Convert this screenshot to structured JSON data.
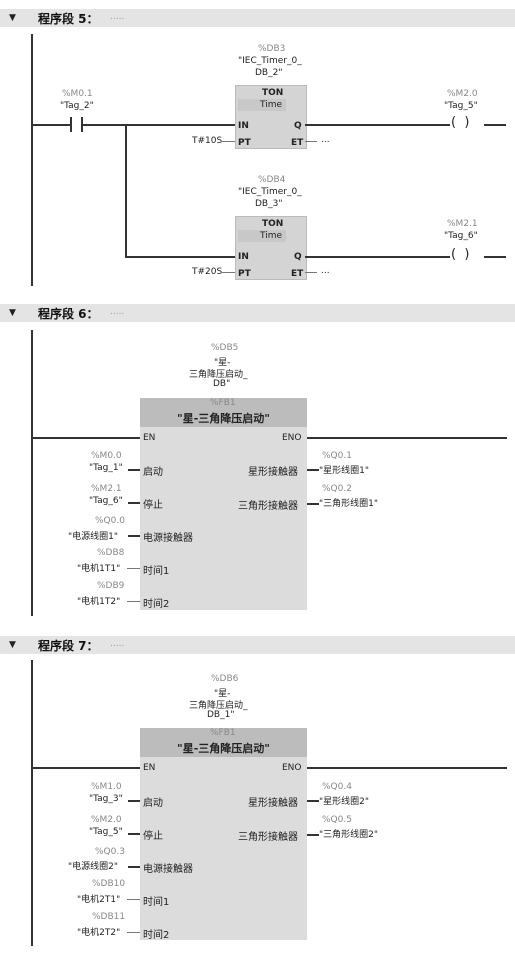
{
  "segments": [
    {
      "arrow": "▼",
      "title": "程序段 5：",
      "dots": "....."
    },
    {
      "arrow": "▼",
      "title": "程序段 6：",
      "dots": "....."
    },
    {
      "arrow": "▼",
      "title": "程序段 7：",
      "dots": "....."
    }
  ],
  "net5": {
    "contact": {
      "addr": "%M0.1",
      "tag": "\"Tag_2\""
    },
    "timer1": {
      "db": "%DB3",
      "name1": "\"IEC_Timer_0_",
      "name2": "DB_2\"",
      "type": "TON",
      "sub": "Time",
      "in": "IN",
      "pt": "PT",
      "q": "Q",
      "et": "ET",
      "pt_val": "T#10S",
      "et_val": "..."
    },
    "coil1": {
      "addr": "%M2.0",
      "tag": "\"Tag_5\""
    },
    "timer2": {
      "db": "%DB4",
      "name1": "\"IEC_Timer_0_",
      "name2": "DB_3\"",
      "type": "TON",
      "sub": "Time",
      "in": "IN",
      "pt": "PT",
      "q": "Q",
      "et": "ET",
      "pt_val": "T#20S",
      "et_val": "..."
    },
    "coil2": {
      "addr": "%M2.1",
      "tag": "\"Tag_6\""
    }
  },
  "net6": {
    "db": "%DB5",
    "name1": "\"星-",
    "name2": "三角降压启动_",
    "name3": "DB\"",
    "fb": "%FB1",
    "fbname": "\"星-三角降压启动\"",
    "en": "EN",
    "eno": "ENO",
    "inputs": [
      {
        "addr": "%M0.0",
        "tag": "\"Tag_1\"",
        "pin": "启动"
      },
      {
        "addr": "%M2.1",
        "tag": "\"Tag_6\"",
        "pin": "停止"
      },
      {
        "addr": "%Q0.0",
        "tag": "\"电源线圈1\"",
        "pin": "电源接触器"
      },
      {
        "addr": "%DB8",
        "tag": "\"电机1T1\"",
        "pin": "时间1"
      },
      {
        "addr": "%DB9",
        "tag": "\"电机1T2\"",
        "pin": "时间2"
      }
    ],
    "outputs": [
      {
        "addr": "%Q0.1",
        "tag": "\"星形线圈1\"",
        "pin": "星形接触器"
      },
      {
        "addr": "%Q0.2",
        "tag": "\"三角形线圈1\"",
        "pin": "三角形接触器"
      }
    ]
  },
  "net7": {
    "db": "%DB6",
    "name1": "\"星-",
    "name2": "三角降压启动_",
    "name3": "DB_1\"",
    "fb": "%FB1",
    "fbname": "\"星-三角降压启动\"",
    "en": "EN",
    "eno": "ENO",
    "inputs": [
      {
        "addr": "%M1.0",
        "tag": "\"Tag_3\"",
        "pin": "启动"
      },
      {
        "addr": "%M2.0",
        "tag": "\"Tag_5\"",
        "pin": "停止"
      },
      {
        "addr": "%Q0.3",
        "tag": "\"电源线圈2\"",
        "pin": "电源接触器"
      },
      {
        "addr": "%DB10",
        "tag": "\"电机2T1\"",
        "pin": "时间1"
      },
      {
        "addr": "%DB11",
        "tag": "\"电机2T2\"",
        "pin": "时间2"
      }
    ],
    "outputs": [
      {
        "addr": "%Q0.4",
        "tag": "\"星形线圈2\"",
        "pin": "星形接触器"
      },
      {
        "addr": "%Q0.5",
        "tag": "\"三角形线圈2\"",
        "pin": "三角形接触器"
      }
    ]
  }
}
